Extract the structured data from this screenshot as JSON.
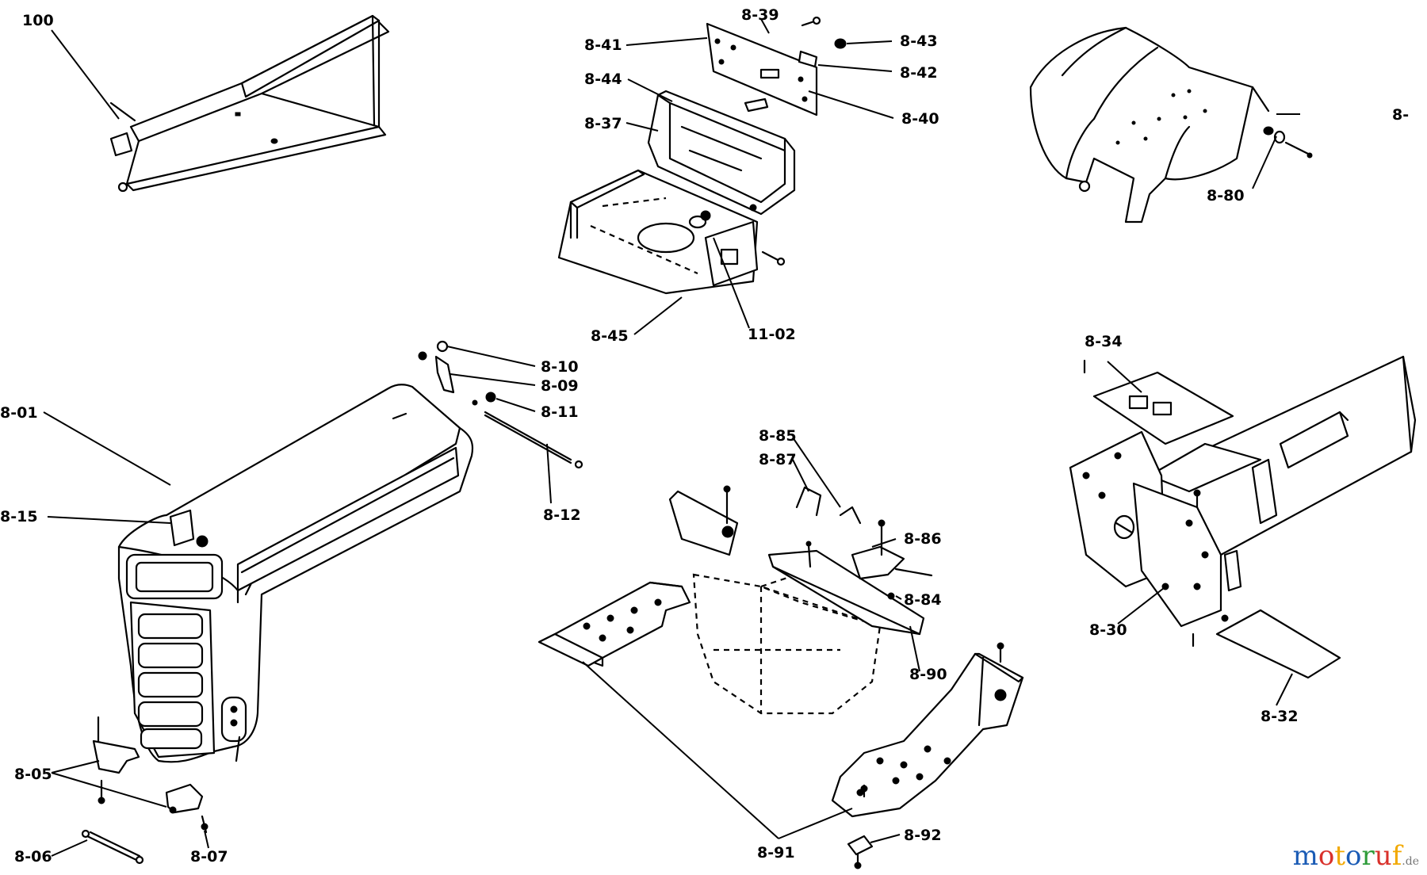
{
  "labels": {
    "l100": "100",
    "l8_39": "8-39",
    "l8_41": "8-41",
    "l8_43": "8-43",
    "l8_42": "8-42",
    "l8_44": "8-44",
    "l8_40": "8-40",
    "l8_37": "8-37",
    "l8_45": "8-45",
    "l11_02": "11-02",
    "l8_top_right": "8-",
    "l8_80": "8-80",
    "l8_10": "8-10",
    "l8_09": "8-09",
    "l8_11": "8-11",
    "l8_12": "8-12",
    "l8_01": "8-01",
    "l8_15": "8-15",
    "l8_05": "8-05",
    "l8_06": "8-06",
    "l8_07": "8-07",
    "l8_85": "8-85",
    "l8_87": "8-87",
    "l8_86": "8-86",
    "l8_84": "8-84",
    "l8_90": "8-90",
    "l8_91": "8-91",
    "l8_92": "8-92",
    "l8_34": "8-34",
    "l8_30": "8-30",
    "l8_32": "8-32"
  },
  "watermark": {
    "letters": [
      "m",
      "o",
      "t",
      "o",
      "r",
      "u",
      "f"
    ],
    "colors": [
      "#1a5bb5",
      "#d9312b",
      "#f2a900",
      "#1a5bb5",
      "#2e9c3a",
      "#d9312b",
      "#f2a900"
    ],
    "suffix": ".de"
  }
}
